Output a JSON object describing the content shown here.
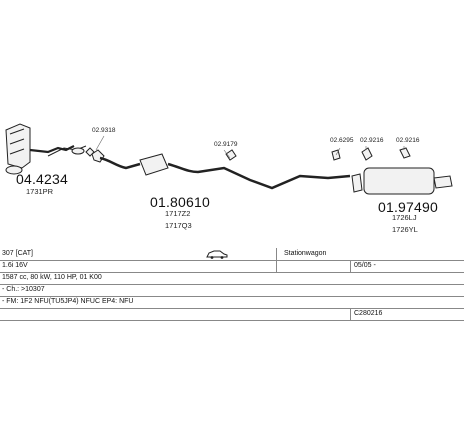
{
  "parts": [
    {
      "number": "04.4234",
      "refs": [
        "1731PR"
      ]
    },
    {
      "number": "02.9318",
      "refs": []
    },
    {
      "number": "01.80610",
      "refs": [
        "1717Z2",
        "1717Q3"
      ]
    },
    {
      "number": "02.9179",
      "refs": []
    },
    {
      "number": "01.97490",
      "refs": [
        "1726LJ",
        "1726YL"
      ]
    },
    {
      "number": "02.6295",
      "refs": []
    },
    {
      "number": "02.9216",
      "refs": []
    },
    {
      "number": "02.9216",
      "refs": []
    }
  ],
  "spec_rows": [
    {
      "col1": "307 [CAT]",
      "col2": "",
      "col3": "Stationwagon"
    },
    {
      "col1": "1.6i 16V",
      "col2": "",
      "col3": "",
      "col4": "05/05 -"
    },
    {
      "col1": "1587 cc, 80 kW, 110 HP, 01 K00"
    },
    {
      "col1": "- Ch.: >10307"
    },
    {
      "col1": "- FM: 1F2 NFU(TU5JP4) NFUC EP4: NFU"
    },
    {
      "col1": "",
      "col4": "C280216"
    }
  ],
  "colors": {
    "line": "#222222",
    "part": "#f2f2f2",
    "grid": "#888888"
  }
}
